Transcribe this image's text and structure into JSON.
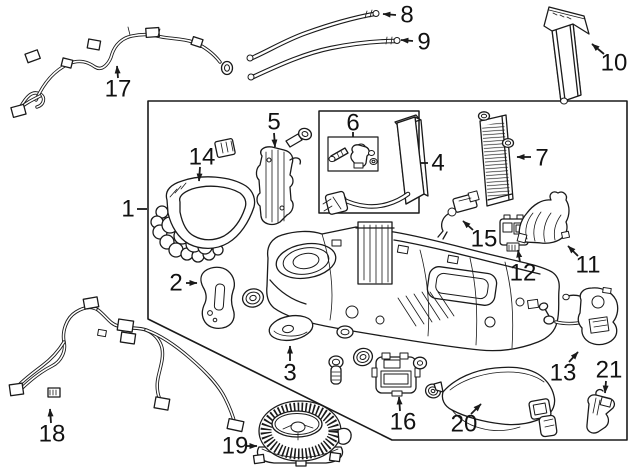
{
  "figure": {
    "background": "#ffffff",
    "line_color": "#1a1a1a"
  },
  "callouts": {
    "c1": {
      "label": "1"
    },
    "c2": {
      "label": "2"
    },
    "c3": {
      "label": "3"
    },
    "c4": {
      "label": "4"
    },
    "c5": {
      "label": "5"
    },
    "c6": {
      "label": "6"
    },
    "c7": {
      "label": "7"
    },
    "c8": {
      "label": "8"
    },
    "c9": {
      "label": "9"
    },
    "c10": {
      "label": "10"
    },
    "c11": {
      "label": "11"
    },
    "c12": {
      "label": "12"
    },
    "c13": {
      "label": "13"
    },
    "c14": {
      "label": "14"
    },
    "c15": {
      "label": "15"
    },
    "c16": {
      "label": "16"
    },
    "c17": {
      "label": "17"
    },
    "c18": {
      "label": "18"
    },
    "c19": {
      "label": "19"
    },
    "c20": {
      "label": "20"
    },
    "c21": {
      "label": "21"
    }
  }
}
